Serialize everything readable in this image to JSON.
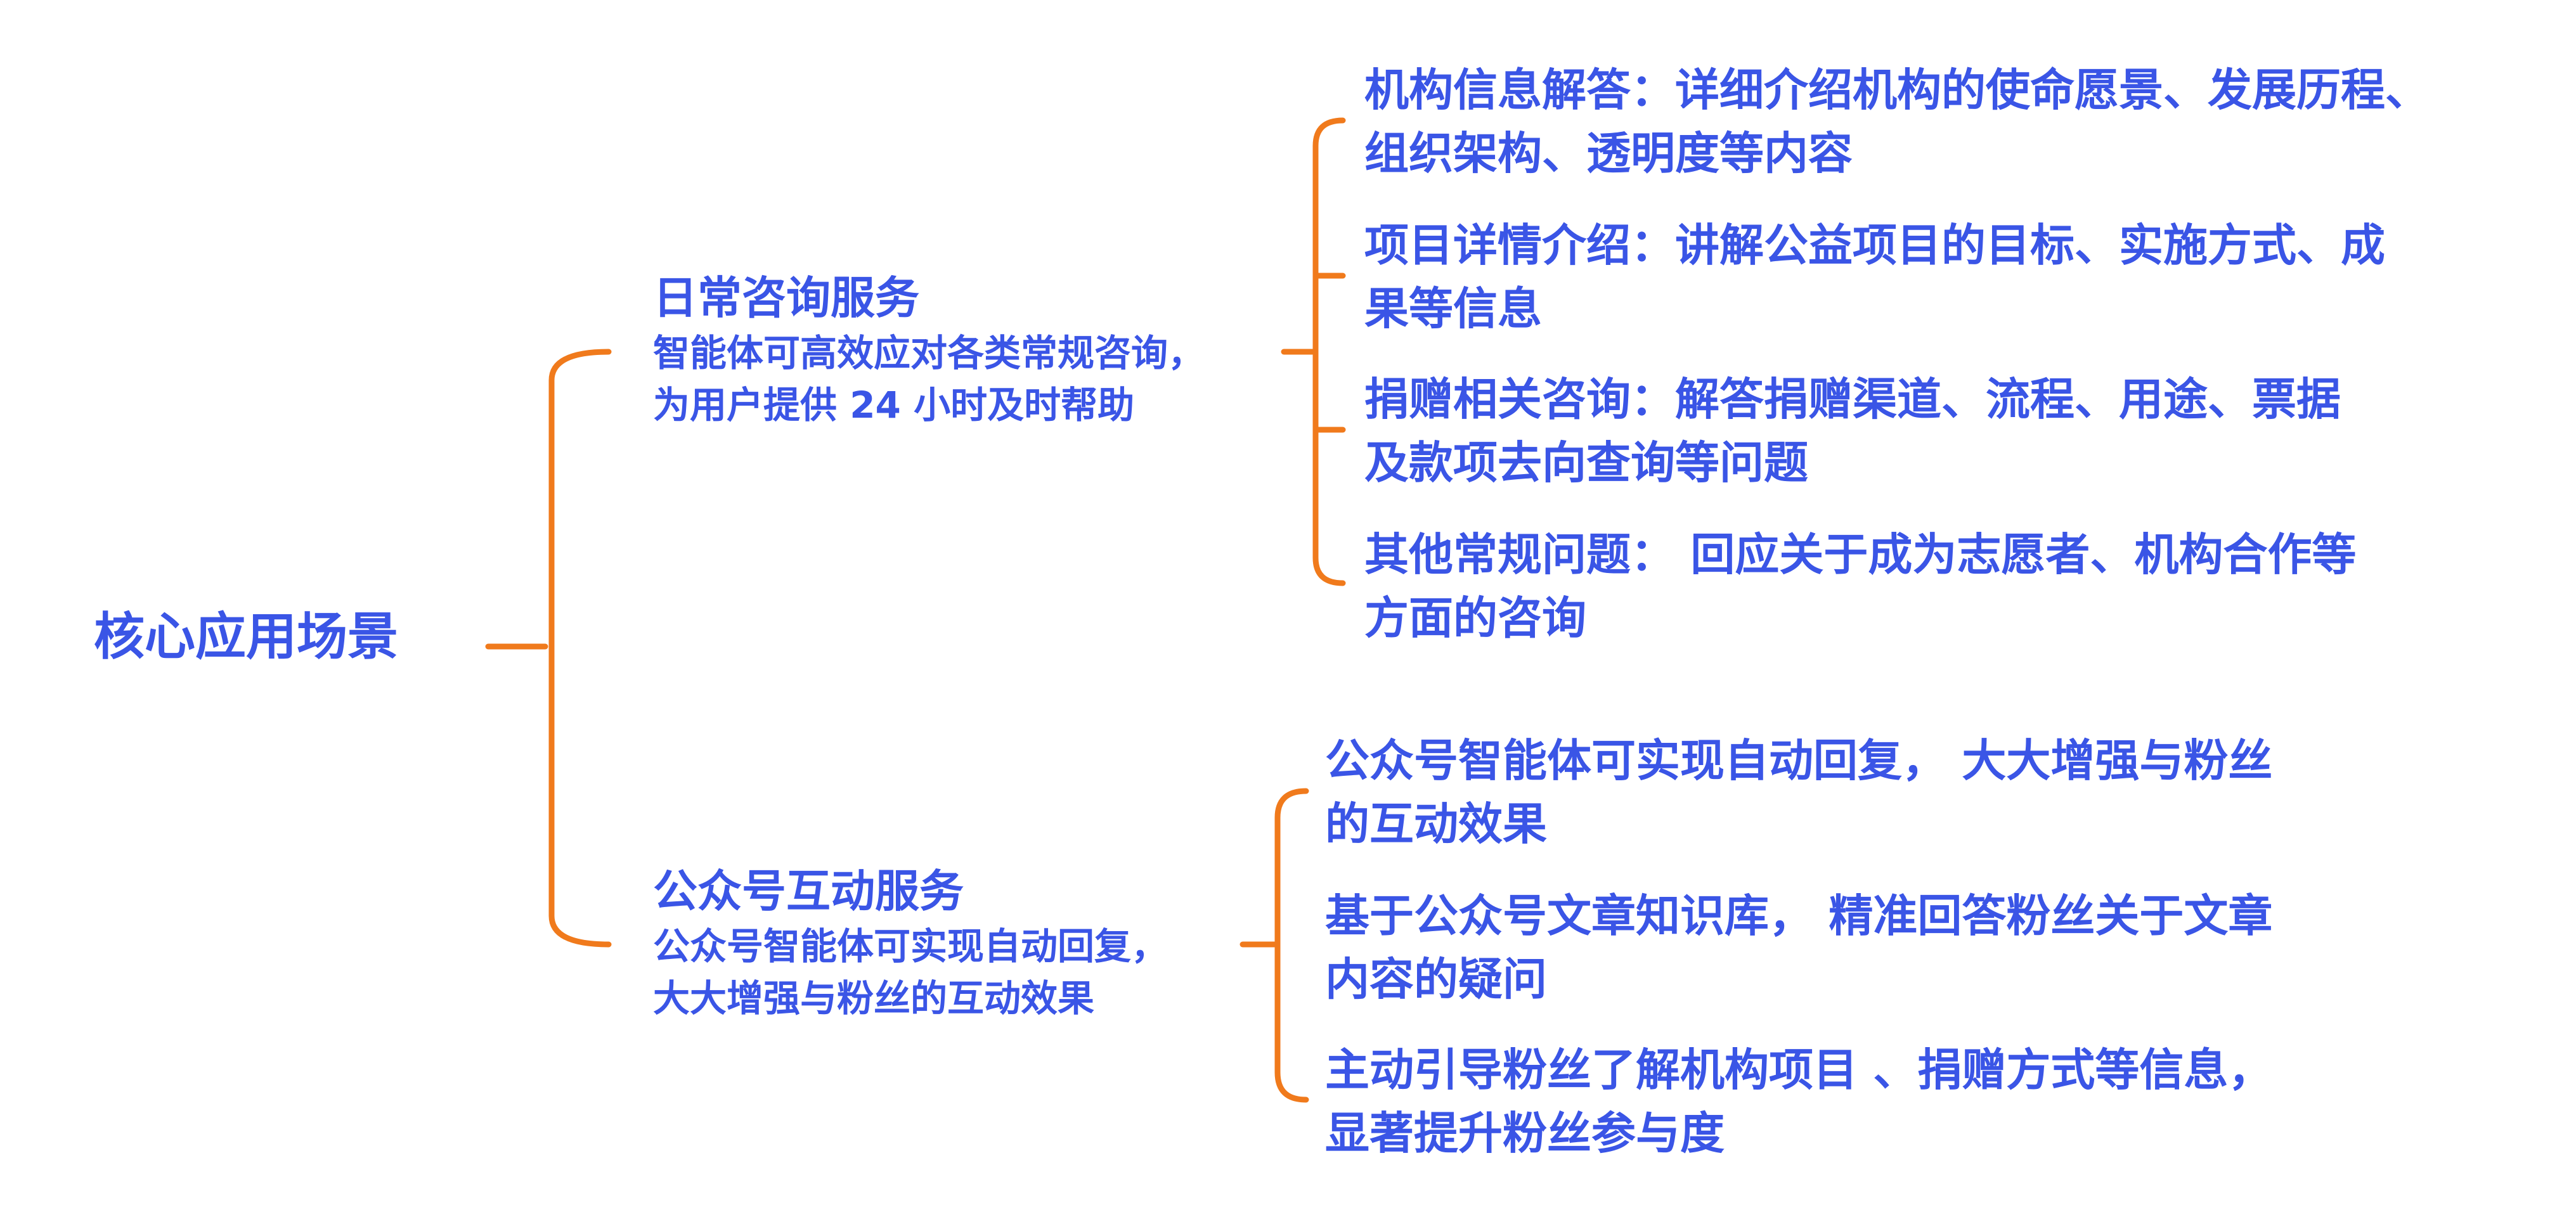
{
  "root": {
    "label": "核心应用场景"
  },
  "branches": [
    {
      "title": "日常咨询服务",
      "desc": [
        "智能体可高效应对各类常规咨询，",
        "为用户提供 24 小时及时帮助"
      ],
      "items": [
        [
          "机构信息解答：详细介绍机构的使命愿景、发展历程、",
          "组织架构、透明度等内容"
        ],
        [
          "项目详情介绍：讲解公益项目的目标、实施方式、成",
          "果等信息"
        ],
        [
          "捐赠相关咨询：解答捐赠渠道、流程、用途、票据",
          "及款项去向查询等问题"
        ],
        [
          "其他常规问题： 回应关于成为志愿者、机构合作等",
          "方面的咨询"
        ]
      ]
    },
    {
      "title": "公众号互动服务",
      "desc": [
        "公众号智能体可实现自动回复，",
        "大大增强与粉丝的互动效果"
      ],
      "items": [
        [
          "公众号智能体可实现自动回复， 大大增强与粉丝",
          "的互动效果"
        ],
        [
          "基于公众号文章知识库， 精准回答粉丝关于文章",
          "内容的疑问"
        ],
        [
          "主动引导粉丝了解机构项目 、捐赠方式等信息，",
          "显著提升粉丝参与度"
        ]
      ]
    }
  ],
  "colors": {
    "text": "#3a55e6",
    "connector": "#f07a1c",
    "background": "#ffffff"
  }
}
